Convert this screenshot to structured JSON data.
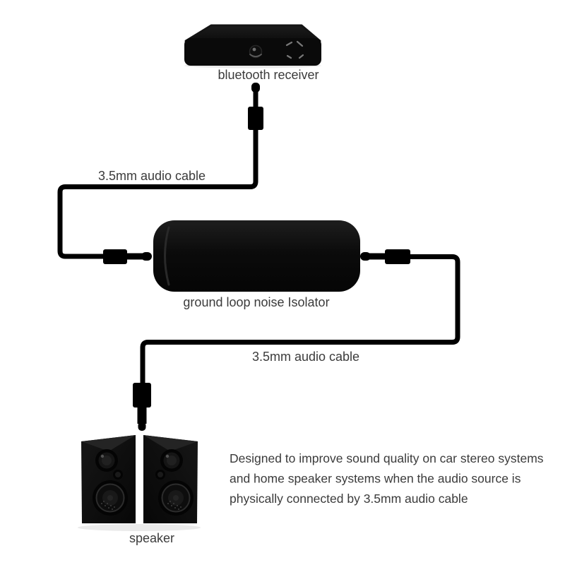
{
  "diagram": {
    "receiver": {
      "label": "bluetooth receiver"
    },
    "cable_top": {
      "label": "3.5mm audio cable"
    },
    "isolator": {
      "label": "ground loop noise Isolator"
    },
    "cable_bottom": {
      "label": "3.5mm audio cable"
    },
    "speakers": {
      "label": "speaker"
    },
    "description": {
      "lines": [
        "Designed to improve sound quality on car stereo systems",
        "and home speaker systems when the audio source is",
        "physically connected by 3.5mm audio cable"
      ]
    },
    "colors": {
      "device_black": "#0a0a0a",
      "cable_black": "#000000",
      "label_text": "#3b3b3b",
      "background": "#ffffff"
    }
  }
}
